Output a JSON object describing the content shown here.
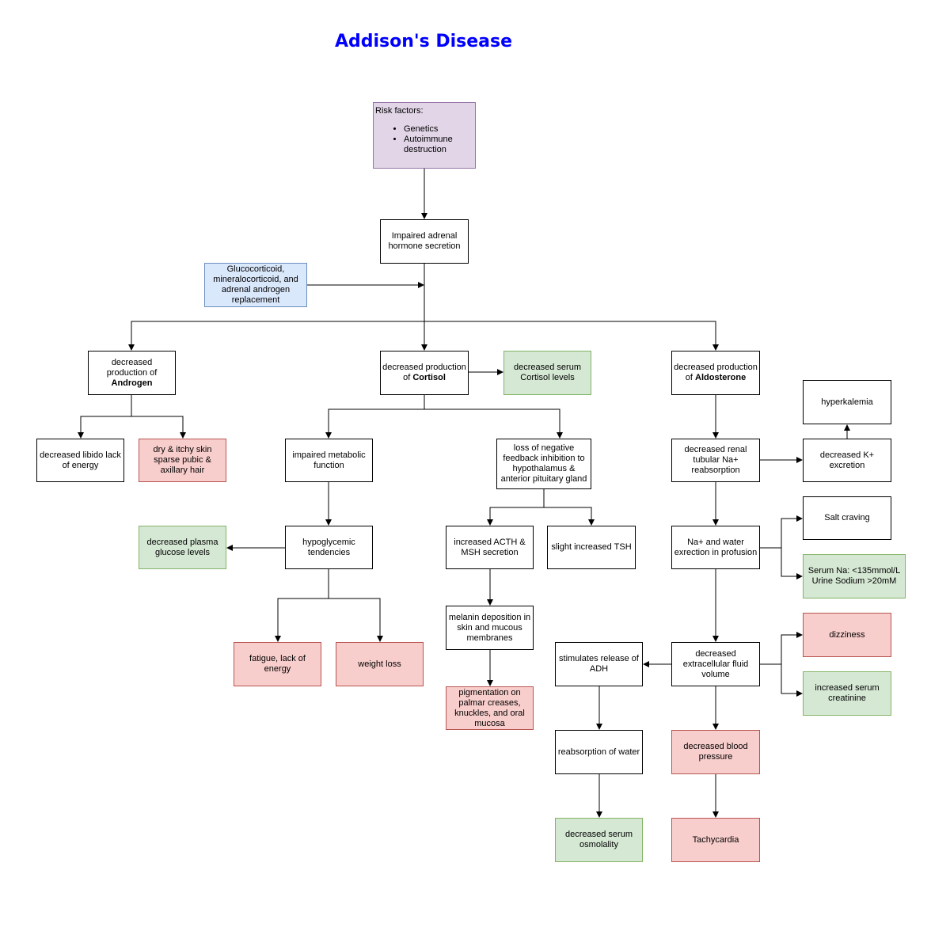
{
  "title": "Addison's Disease",
  "risk": {
    "heading": "Risk factors:",
    "items": [
      "Genetics",
      "Autoimmune destruction"
    ]
  },
  "nodes": {
    "impaired": "Impaired adrenal hormone secretion",
    "treatment": "Glucocorticoid, mineralocorticoid, and adrenal androgen replacement",
    "androgen_prefix": "decreased production of ",
    "androgen_bold": "Androgen",
    "cortisol_prefix": "decreased production of ",
    "cortisol_bold": "Cortisol",
    "aldosterone_prefix": "decreased production of ",
    "aldosterone_bold": "Aldosterone",
    "serum_cortisol": "decreased serum Cortisol levels",
    "libido": "decreased libido lack of energy",
    "skin": "dry & itchy skin sparse pubic & axillary hair",
    "metabolic": "impaired metabolic function",
    "feedback": "loss of negative feedback inhibition to hypothalamus & anterior pituitary gland",
    "hyperkalemia": "hyperkalemia",
    "renal": "decreased renal tubular Na+ reabsorption",
    "k_excretion": "decreased K+ excretion",
    "salt": "Salt craving",
    "serum_na": "Serum Na: <135mmol/L Urine Sodium >20mM",
    "hypoglycemic": "hypoglycemic tendencies",
    "plasma_glucose": "decreased plasma glucose levels",
    "acth": "increased ACTH & MSH secretion",
    "tsh": "slight increased TSH",
    "na_water": "Na+ and water exrection in profusion",
    "fatigue": "fatigue, lack of energy",
    "weight": "weight loss",
    "melanin": "melanin deposition in skin and mucous membranes",
    "pigmentation": "pigmentation on palmar creases, knuckles, and oral mucosa",
    "adh": "stimulates release of ADH",
    "ecf": "decreased extracellular fluid volume",
    "dizziness": "dizziness",
    "creatinine": "increased serum creatinine",
    "reabsorption": "reabsorption of water",
    "bp": "decreased blood pressure",
    "osmolality": "decreased serum osmolality",
    "tachycardia": "Tachycardia"
  }
}
